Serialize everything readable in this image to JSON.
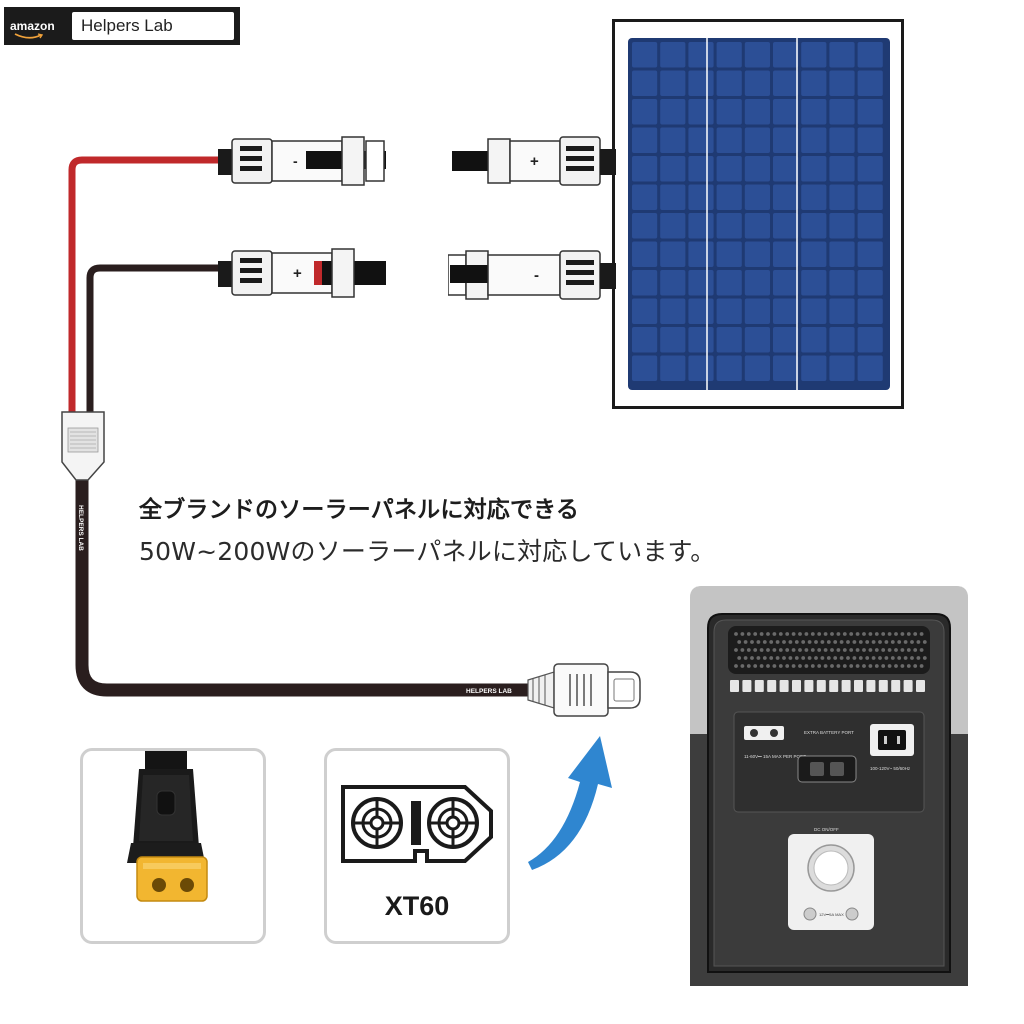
{
  "brand": {
    "logo_text": "amazon",
    "store_name": "Helpers Lab"
  },
  "caption": {
    "title": "全ブランドのソーラーパネルに対応できる",
    "subtitle": "50W~200Wのソーラーパネルに対応しています。"
  },
  "cable": {
    "brand_label_vertical": "HELPERS LAB",
    "brand_label_horizontal": "HELPERS LAB"
  },
  "connectors": {
    "plus_symbol": "+",
    "minus_symbol": "-"
  },
  "xt60": {
    "label": "XT60"
  },
  "power_station": {
    "port_label_left": "11-60V⎓ 15A MAX PER PORT",
    "port_label_extra": "EXTRA BATTERY PORT",
    "port_label_ac": "100-120V~ 50/60Hz",
    "dc_label": "DC ON/OFF",
    "dc_out_label": "12V⎓5A MAX"
  },
  "colors": {
    "cable_red": "#c0292b",
    "cable_dark": "#2a1e1e",
    "panel_blue": "#1f3a73",
    "arrow_blue": "#2f86d0",
    "xt60_yellow": "#f2b630",
    "station_gray": "#3a3a3a"
  },
  "icons": {
    "arrow": "curved-arrow-icon",
    "mc4_male": "mc4-connector-icon",
    "mc4_female": "mc4-connector-icon"
  }
}
